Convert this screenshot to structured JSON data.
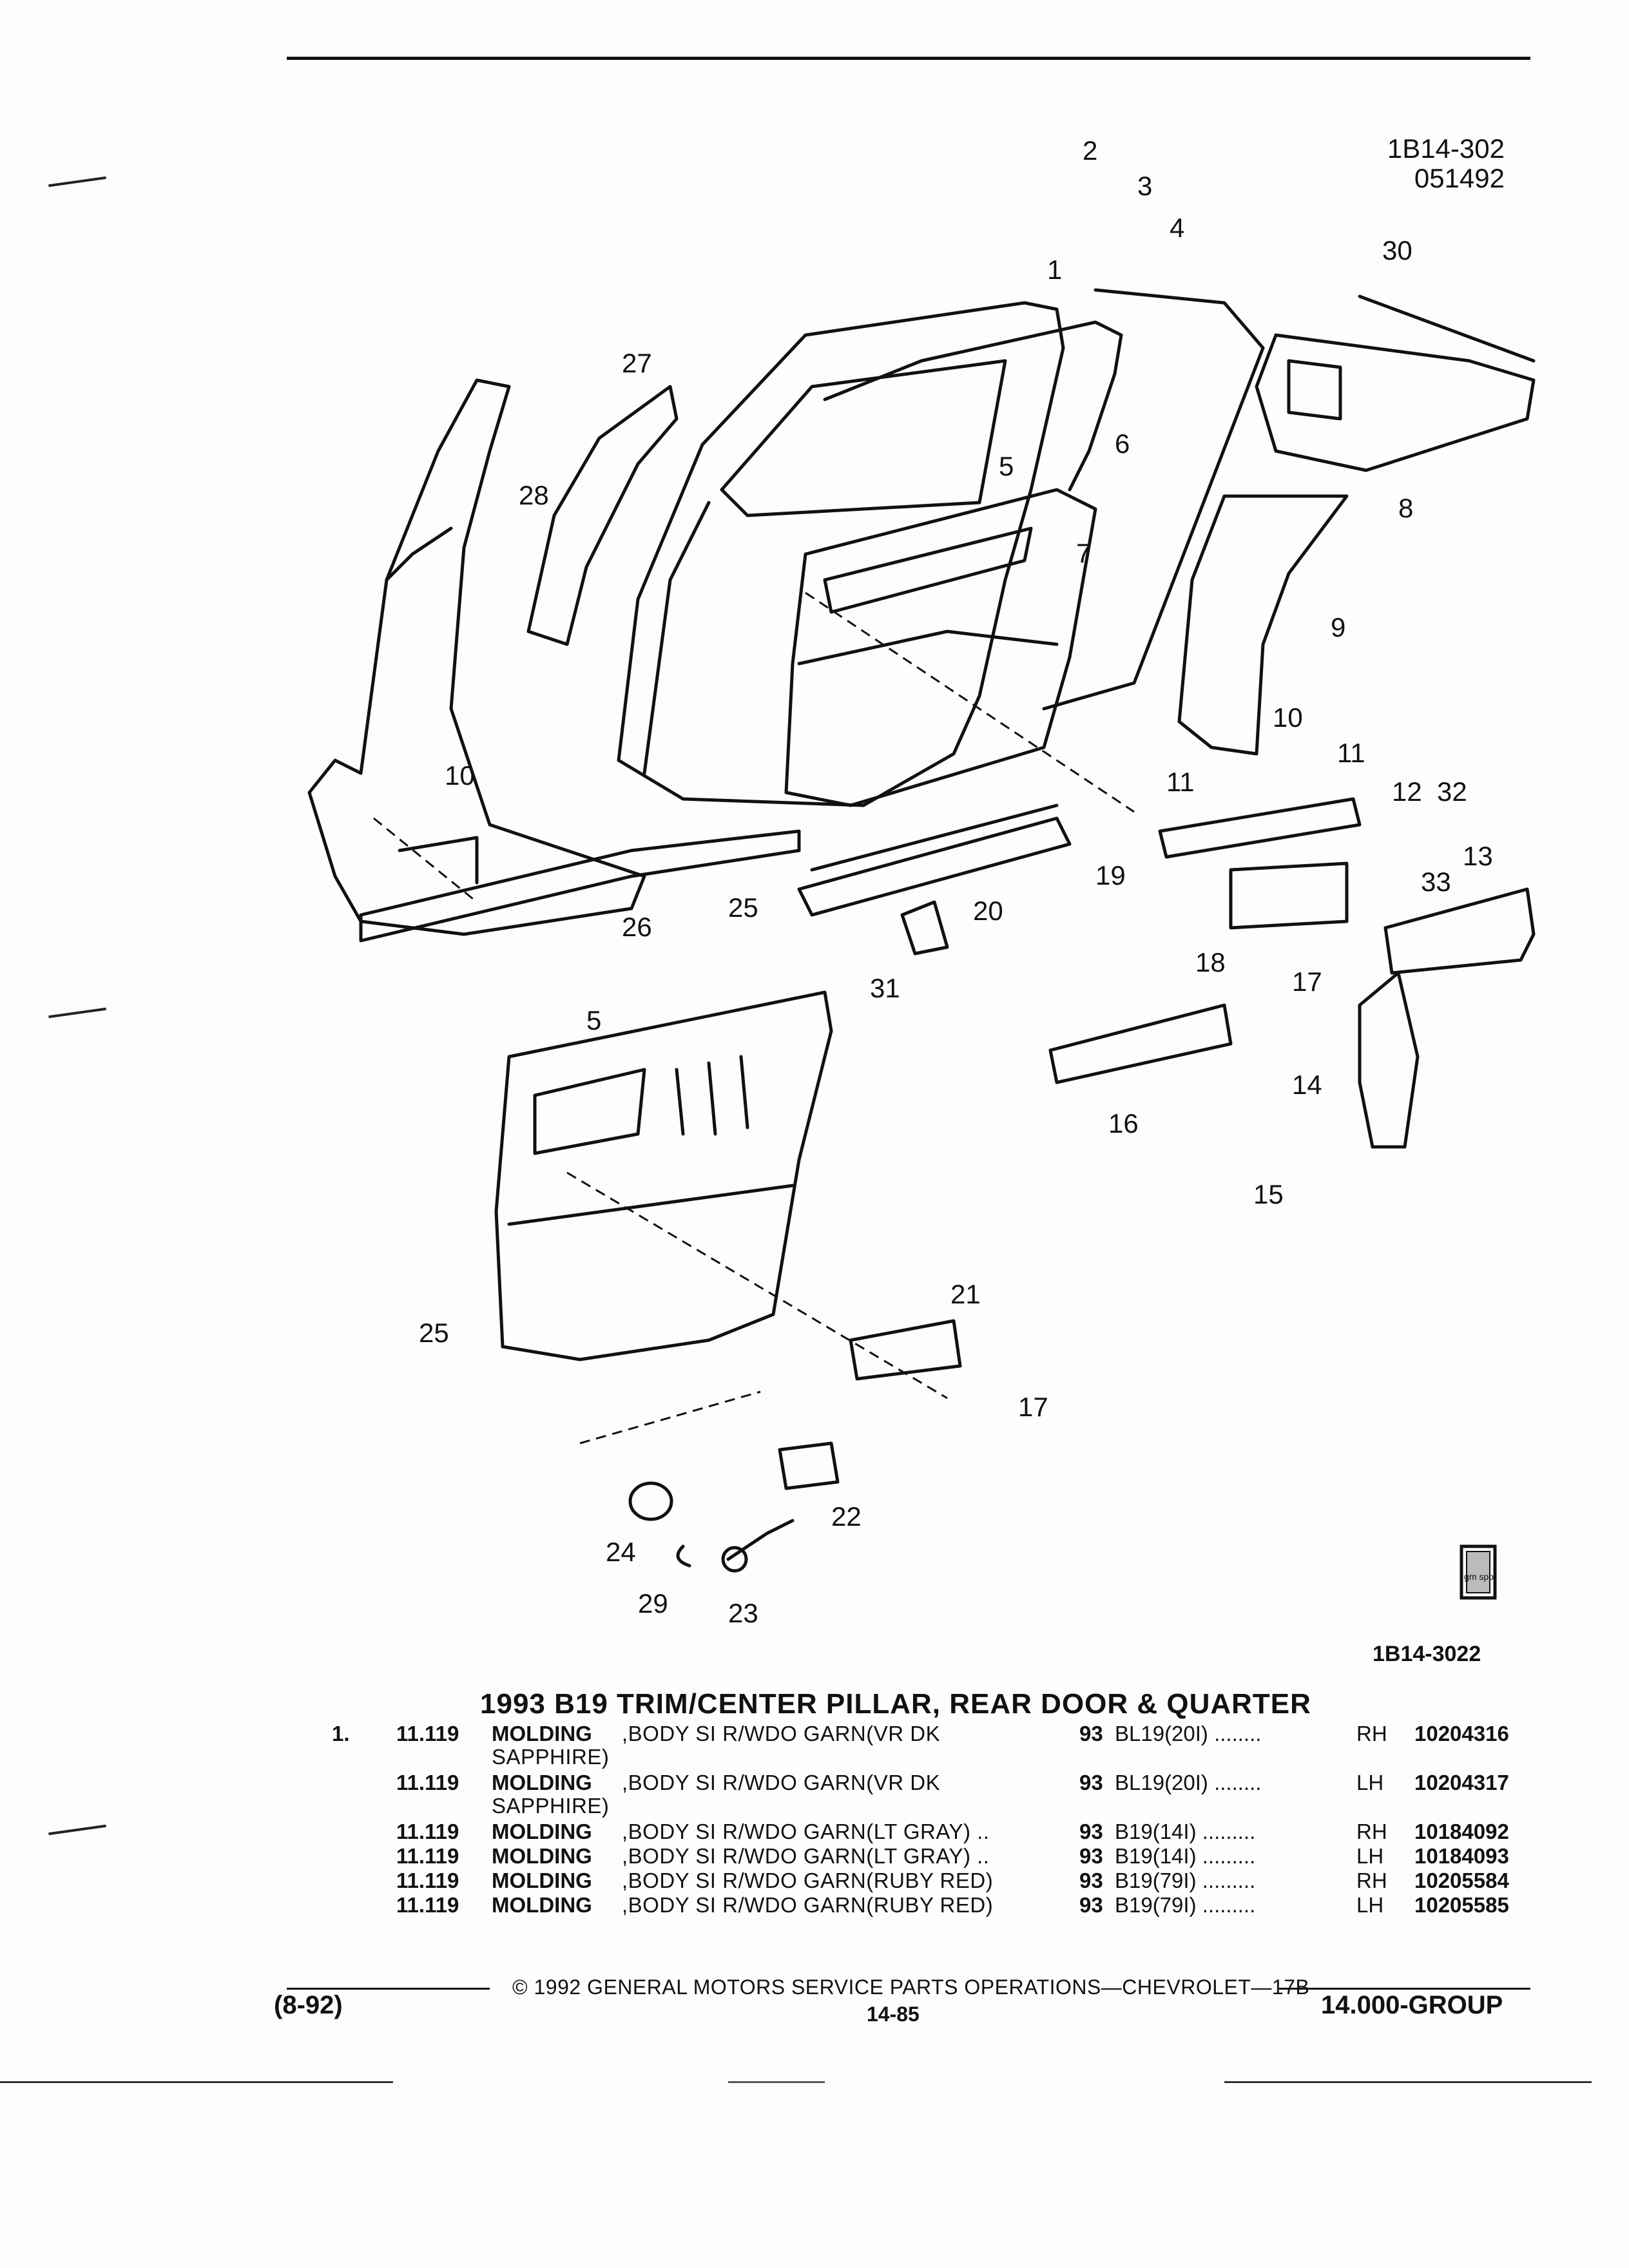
{
  "header": {
    "illustration_code": "1B14-302",
    "date_code": "051492"
  },
  "diagram": {
    "figure_code": "1B14-3022",
    "callouts": [
      "1",
      "2",
      "3",
      "4",
      "5",
      "5",
      "6",
      "7",
      "8",
      "9",
      "10",
      "10",
      "11",
      "11",
      "12",
      "32",
      "13",
      "33",
      "14",
      "15",
      "16",
      "17",
      "17",
      "18",
      "19",
      "20",
      "21",
      "22",
      "23",
      "24",
      "25",
      "25",
      "26",
      "27",
      "28",
      "29",
      "30",
      "31"
    ],
    "logo_text": "gm spo"
  },
  "section_title": "1993 B19 TRIM/CENTER PILLAR, REAR DOOR & QUARTER",
  "parts_list": [
    {
      "num": "1.",
      "group": "11.119",
      "name": "MOLDING",
      "desc": ",BODY SI R/WDO GARN(VR DK",
      "desc2": "SAPPHIRE)",
      "year": "93",
      "model": "BL19(20I) ........",
      "side": "RH",
      "part": "10204316"
    },
    {
      "num": "",
      "group": "11.119",
      "name": "MOLDING",
      "desc": ",BODY SI R/WDO GARN(VR DK",
      "desc2": "SAPPHIRE)",
      "year": "93",
      "model": "BL19(20I) ........",
      "side": "LH",
      "part": "10204317"
    },
    {
      "num": "",
      "group": "11.119",
      "name": "MOLDING",
      "desc": ",BODY SI R/WDO GARN(LT GRAY) ..",
      "desc2": "",
      "year": "93",
      "model": "B19(14I) .........",
      "side": "RH",
      "part": "10184092"
    },
    {
      "num": "",
      "group": "11.119",
      "name": "MOLDING",
      "desc": ",BODY SI R/WDO GARN(LT GRAY) ..",
      "desc2": "",
      "year": "93",
      "model": "B19(14I) .........",
      "side": "LH",
      "part": "10184093"
    },
    {
      "num": "",
      "group": "11.119",
      "name": "MOLDING",
      "desc": ",BODY SI R/WDO GARN(RUBY RED)",
      "desc2": "",
      "year": "93",
      "model": "B19(79I) .........",
      "side": "RH",
      "part": "10205584"
    },
    {
      "num": "",
      "group": "11.119",
      "name": "MOLDING",
      "desc": ",BODY SI R/WDO GARN(RUBY RED)",
      "desc2": "",
      "year": "93",
      "model": "B19(79I) .........",
      "side": "LH",
      "part": "10205585"
    }
  ],
  "footer": {
    "revision": "(8-92)",
    "copyright": "© 1992 GENERAL MOTORS SERVICE PARTS OPERATIONS—CHEVROLET—17B",
    "page": "14-85",
    "group": "14.000-GROUP"
  }
}
